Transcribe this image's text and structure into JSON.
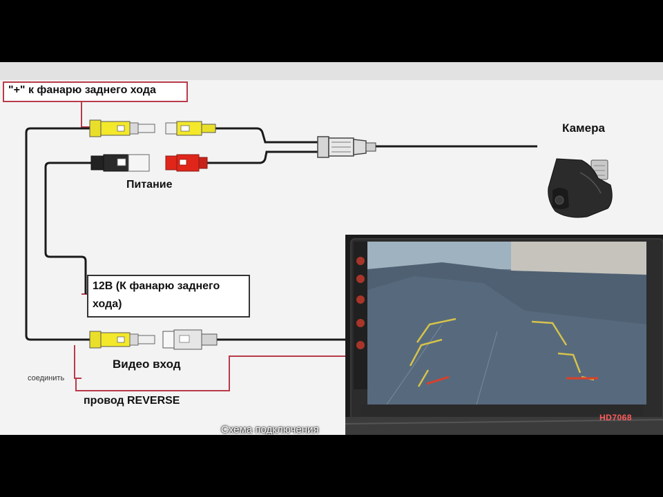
{
  "labels": {
    "plus_rear_light": "\"+\" к фанарю заднего хода",
    "camera": "Камера",
    "power": "Питание",
    "twelve_v_line1": "12В (К фанарю заднего",
    "twelve_v_line2": "хода)",
    "video_input": "Видео вход",
    "connect": "соединить",
    "reverse_wire": "провод REVERSE",
    "caption": "Схема подключения",
    "monitor_model": "HD7068"
  },
  "colors": {
    "background": "#f3f3f3",
    "wire": "#1a1a1a",
    "red_wire": "#b83a48",
    "plug_yellow": "#f3e82a",
    "plug_red": "#e0261b",
    "plug_black": "#222222",
    "plug_white": "#e6e6e6"
  },
  "icons": {
    "camera": "rear-camera-icon",
    "monitor": "head-unit-monitor-icon",
    "rca_plug": "rca-plug-icon"
  }
}
